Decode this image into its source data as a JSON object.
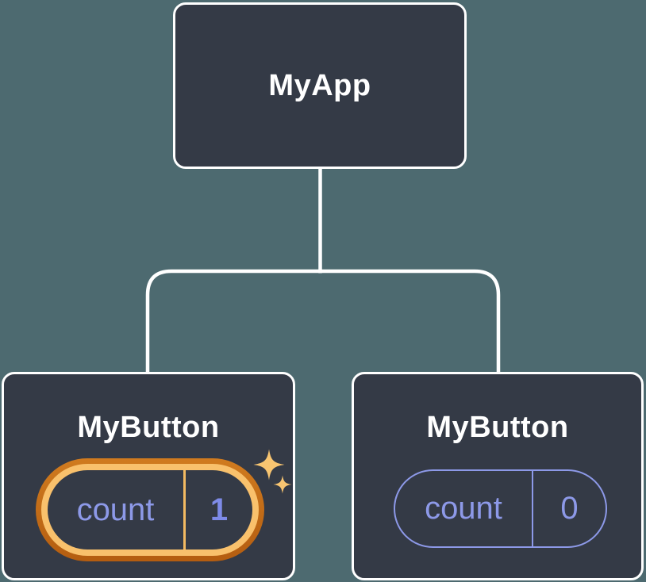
{
  "diagram": {
    "type": "component-tree",
    "root": {
      "label": "MyApp"
    },
    "children": [
      {
        "label": "MyButton",
        "state": {
          "key": "count",
          "value": "1"
        },
        "highlighted": true,
        "highlight_style": "orange-glow-ring-with-sparkles"
      },
      {
        "label": "MyButton",
        "state": {
          "key": "count",
          "value": "0"
        },
        "highlighted": false
      }
    ]
  },
  "icons": {
    "sparkle_large": "four-pointed-star",
    "sparkle_small": "four-pointed-star"
  },
  "colors": {
    "background": "#4d6a70",
    "node_background": "#343a46",
    "node_border": "#ffffff",
    "connector": "#ffffff",
    "state_purple": "#8d99e8",
    "state_value_purple": "#7e8be8",
    "highlight_ring_outer": "#c2661a",
    "highlight_ring_inner": "#f9c16c",
    "sparkle": "#f8c571"
  }
}
